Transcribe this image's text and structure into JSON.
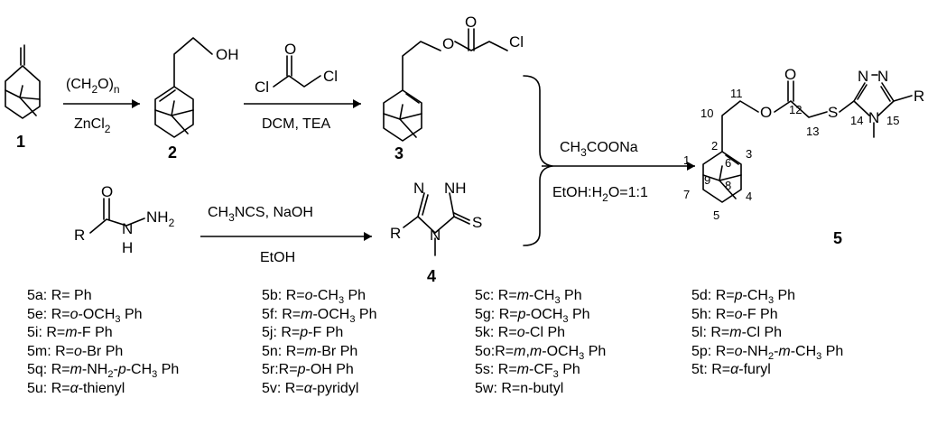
{
  "compounds": {
    "c1": "1",
    "c2": "2",
    "c3": "3",
    "c4": "4",
    "c5": "5"
  },
  "atoms": {
    "OH": "OH",
    "O": "O",
    "Cl": "Cl",
    "N": "N",
    "H": "H",
    "NH": "NH",
    "NH2": "NH",
    "NH2_sub": "2",
    "S": "S",
    "R": "R"
  },
  "reagents": {
    "step1_top": "(CH",
    "step1_top_sub": "2",
    "step1_top_rest": "O)",
    "step1_top_n": "n",
    "step1_bottom": "ZnCl",
    "step1_bottom_sub": "2",
    "step2_bottom": "DCM, TEA",
    "step3_top": "CH",
    "step3_top_sub": "3",
    "step3_top_rest": "NCS, NaOH",
    "step3_bottom": "EtOH",
    "step4_top": "CH",
    "step4_top_sub": "3",
    "step4_top_rest": "COONa",
    "step4_bottom": "EtOH:H",
    "step4_bottom_sub": "2",
    "step4_bottom_rest": "O=1:1"
  },
  "atom_numbers": [
    "1",
    "2",
    "3",
    "4",
    "5",
    "6",
    "7",
    "8",
    "9",
    "10",
    "11",
    "12",
    "13",
    "14",
    "15"
  ],
  "substituents": [
    {
      "id": "5a",
      "parts": [
        [
          "t",
          "5a: R= Ph"
        ]
      ]
    },
    {
      "id": "5b",
      "parts": [
        [
          "t",
          "5b: R="
        ],
        [
          "i",
          "o"
        ],
        [
          "t",
          "-CH"
        ],
        [
          "s",
          "3"
        ],
        [
          "t",
          " Ph"
        ]
      ]
    },
    {
      "id": "5c",
      "parts": [
        [
          "t",
          "5c: R="
        ],
        [
          "i",
          "m"
        ],
        [
          "t",
          "-CH"
        ],
        [
          "s",
          "3"
        ],
        [
          "t",
          " Ph"
        ]
      ]
    },
    {
      "id": "5d",
      "parts": [
        [
          "t",
          "5d: R="
        ],
        [
          "i",
          "p"
        ],
        [
          "t",
          "-CH"
        ],
        [
          "s",
          "3"
        ],
        [
          "t",
          " Ph"
        ]
      ]
    },
    {
      "id": "5e",
      "parts": [
        [
          "t",
          "5e: R="
        ],
        [
          "i",
          "o"
        ],
        [
          "t",
          "-OCH"
        ],
        [
          "s",
          "3"
        ],
        [
          "t",
          " Ph"
        ]
      ]
    },
    {
      "id": "5f",
      "parts": [
        [
          "t",
          "5f: R="
        ],
        [
          "i",
          "m"
        ],
        [
          "t",
          "-OCH"
        ],
        [
          "s",
          "3"
        ],
        [
          "t",
          " Ph"
        ]
      ]
    },
    {
      "id": "5g",
      "parts": [
        [
          "t",
          "5g: R="
        ],
        [
          "i",
          "p"
        ],
        [
          "t",
          "-OCH"
        ],
        [
          "s",
          "3"
        ],
        [
          "t",
          " Ph"
        ]
      ]
    },
    {
      "id": "5h",
      "parts": [
        [
          "t",
          "5h: R="
        ],
        [
          "i",
          "o"
        ],
        [
          "t",
          "-F Ph"
        ]
      ]
    },
    {
      "id": "5i",
      "parts": [
        [
          "t",
          "5i: R="
        ],
        [
          "i",
          "m"
        ],
        [
          "t",
          "-F Ph"
        ]
      ]
    },
    {
      "id": "5j",
      "parts": [
        [
          "t",
          "5j: R="
        ],
        [
          "i",
          "p"
        ],
        [
          "t",
          "-F Ph"
        ]
      ]
    },
    {
      "id": "5k",
      "parts": [
        [
          "t",
          "5k: R="
        ],
        [
          "i",
          "o"
        ],
        [
          "t",
          "-Cl Ph"
        ]
      ]
    },
    {
      "id": "5l",
      "parts": [
        [
          "t",
          "5l: R="
        ],
        [
          "i",
          "m"
        ],
        [
          "t",
          "-Cl Ph"
        ]
      ]
    },
    {
      "id": "5m",
      "parts": [
        [
          "t",
          "5m: R="
        ],
        [
          "i",
          "o"
        ],
        [
          "t",
          "-Br Ph"
        ]
      ]
    },
    {
      "id": "5n",
      "parts": [
        [
          "t",
          "5n: R="
        ],
        [
          "i",
          "m"
        ],
        [
          "t",
          "-Br Ph"
        ]
      ]
    },
    {
      "id": "5o",
      "parts": [
        [
          "t",
          "5o:R="
        ],
        [
          "i",
          "m"
        ],
        [
          "t",
          ","
        ],
        [
          "i",
          "m"
        ],
        [
          "t",
          "-OCH"
        ],
        [
          "s",
          "3"
        ],
        [
          "t",
          " Ph"
        ]
      ]
    },
    {
      "id": "5p",
      "parts": [
        [
          "t",
          "5p: R="
        ],
        [
          "i",
          "o"
        ],
        [
          "t",
          "-NH"
        ],
        [
          "s",
          "2"
        ],
        [
          "t",
          "-"
        ],
        [
          "i",
          "m"
        ],
        [
          "t",
          "-CH"
        ],
        [
          "s",
          "3"
        ],
        [
          "t",
          " Ph"
        ]
      ]
    },
    {
      "id": "5q",
      "parts": [
        [
          "t",
          "5q: R="
        ],
        [
          "i",
          "m"
        ],
        [
          "t",
          "-NH"
        ],
        [
          "s",
          "2"
        ],
        [
          "t",
          "-"
        ],
        [
          "i",
          "p"
        ],
        [
          "t",
          "-CH"
        ],
        [
          "s",
          "3"
        ],
        [
          "t",
          " Ph"
        ]
      ]
    },
    {
      "id": "5r",
      "parts": [
        [
          "t",
          "5r:R="
        ],
        [
          "i",
          "p"
        ],
        [
          "t",
          "-OH Ph"
        ]
      ]
    },
    {
      "id": "5s",
      "parts": [
        [
          "t",
          "5s: R="
        ],
        [
          "i",
          "m"
        ],
        [
          "t",
          "-CF"
        ],
        [
          "s",
          "3"
        ],
        [
          "t",
          " Ph"
        ]
      ]
    },
    {
      "id": "5t",
      "parts": [
        [
          "t",
          "5t: R="
        ],
        [
          "i",
          "α"
        ],
        [
          "t",
          "-furyl"
        ]
      ]
    },
    {
      "id": "5u",
      "parts": [
        [
          "t",
          "5u: R="
        ],
        [
          "i",
          "α"
        ],
        [
          "t",
          "-thienyl"
        ]
      ]
    },
    {
      "id": "5v",
      "parts": [
        [
          "t",
          "5v: R="
        ],
        [
          "i",
          "α"
        ],
        [
          "t",
          "-pyridyl"
        ]
      ]
    },
    {
      "id": "5w",
      "parts": [
        [
          "t",
          "5w: R=n-butyl"
        ]
      ]
    }
  ]
}
